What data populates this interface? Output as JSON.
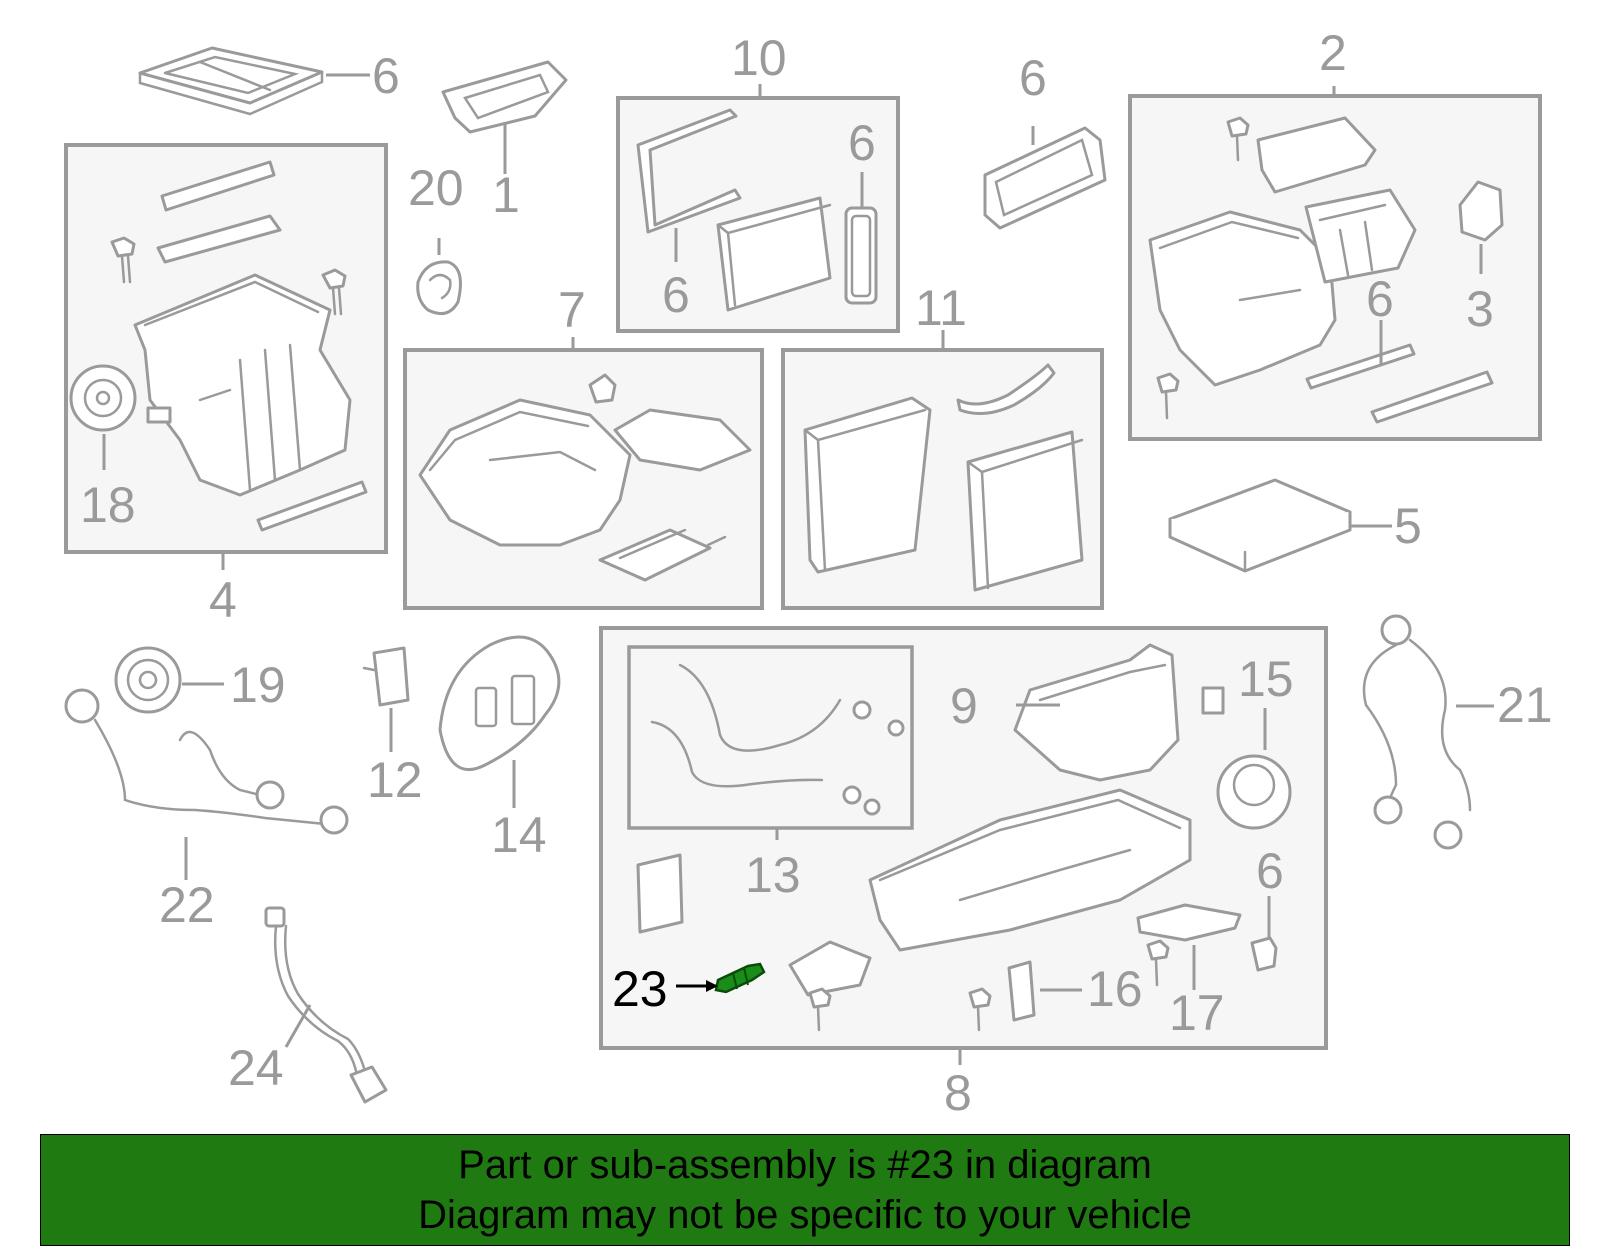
{
  "diagram": {
    "highlight_color": "#1a8c1a",
    "line_color": "#9a9a9a",
    "part_labels": {
      "p1": "1",
      "p2": "2",
      "p3": "3",
      "p4": "4",
      "p5": "5",
      "p6a": "6",
      "p6b": "6",
      "p6c": "6",
      "p6d": "6",
      "p6e": "6",
      "p6f": "6",
      "p7": "7",
      "p8": "8",
      "p9": "9",
      "p10": "10",
      "p11": "11",
      "p12": "12",
      "p13": "13",
      "p14": "14",
      "p15": "15",
      "p16": "16",
      "p17": "17",
      "p18": "18",
      "p19": "19",
      "p20": "20",
      "p21": "21",
      "p22": "22",
      "p23": "23",
      "p24": "24"
    }
  },
  "banner": {
    "background": "#1f7a12",
    "line1": "Part or sub-assembly is #23 in diagram",
    "line2": "Diagram may not be specific to your vehicle"
  }
}
